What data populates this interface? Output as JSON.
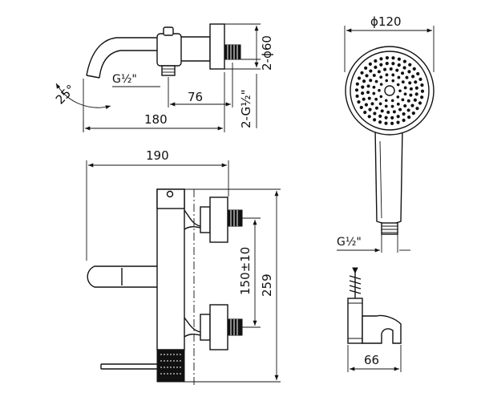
{
  "dimensions": {
    "top_view": {
      "inlet_thread": "G½\"",
      "spout_angle": "25°",
      "inlet_to_outlet": "76",
      "overall_width": "180",
      "wall_flange": "2-ϕ60",
      "wall_inlets": "2-G½\""
    },
    "front_view": {
      "overall_width": "190",
      "inlet_spacing": "150±10",
      "overall_height": "259"
    },
    "hand_shower": {
      "head_diameter": "ϕ120",
      "hose_thread": "G½\""
    },
    "wall_bracket": {
      "width": "66"
    }
  },
  "colors": {
    "line": "#111111",
    "background": "#ffffff"
  }
}
